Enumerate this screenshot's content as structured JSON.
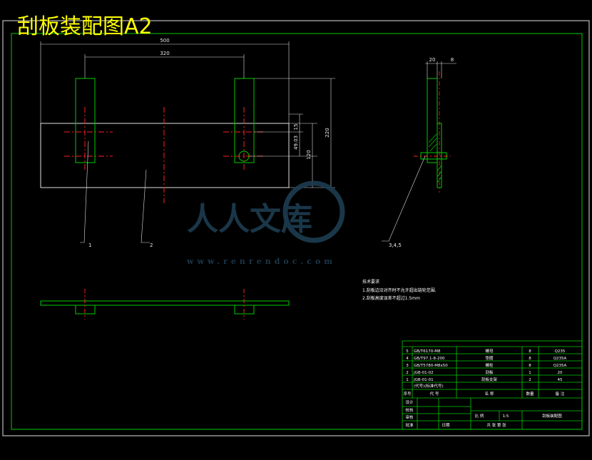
{
  "title": "刮板装配图A2",
  "dimensions": {
    "overall_width": "500",
    "pin_spacing": "320",
    "height_220": "220",
    "height_120": "120",
    "dim_15": "15",
    "dim_49": "49.03",
    "side_20": "20",
    "side_8": "8"
  },
  "callouts": {
    "part1": "1",
    "part2": "2",
    "part345": "3,4,5"
  },
  "tech_notes": {
    "heading": "技术要求",
    "line1": "1.刮板边沿对齐时不允许超出链轮范围.",
    "line2": "2.刮板高度误差不超过1.5mm"
  },
  "watermark": {
    "text": "人人文库",
    "url": "www.renrendoc.com"
  },
  "bom": {
    "rows": [
      {
        "no": "5",
        "code": "GB/T6170-M8",
        "name": "螺母",
        "qty": "8",
        "material": "Q235"
      },
      {
        "no": "4",
        "code": "GB/T97.1-8-200",
        "name": "垫圈",
        "qty": "8",
        "material": "Q235A"
      },
      {
        "no": "3",
        "code": "GB/T5780-M8x50",
        "name": "螺栓",
        "qty": "8",
        "material": "Q235A"
      },
      {
        "no": "2",
        "code": "JGB-01-02",
        "name": "刮板",
        "qty": "1",
        "material": "20"
      },
      {
        "no": "1",
        "code": "JGB-01-01",
        "name": "刮板支架",
        "qty": "2",
        "material": "45"
      }
    ],
    "header": {
      "no": "序号",
      "code": "代 号",
      "name": "名  称",
      "qty": "数量",
      "material": "备  注"
    },
    "subheader": "(代号)(标准代号)",
    "sign_labels": [
      "设计",
      "校核",
      "审核",
      "批准"
    ],
    "scale_label": "比 例",
    "scale_value": "1:5",
    "drawing_name": "刮板装配图",
    "sheet_label": "共  张 第  张",
    "date_label": "日期"
  }
}
